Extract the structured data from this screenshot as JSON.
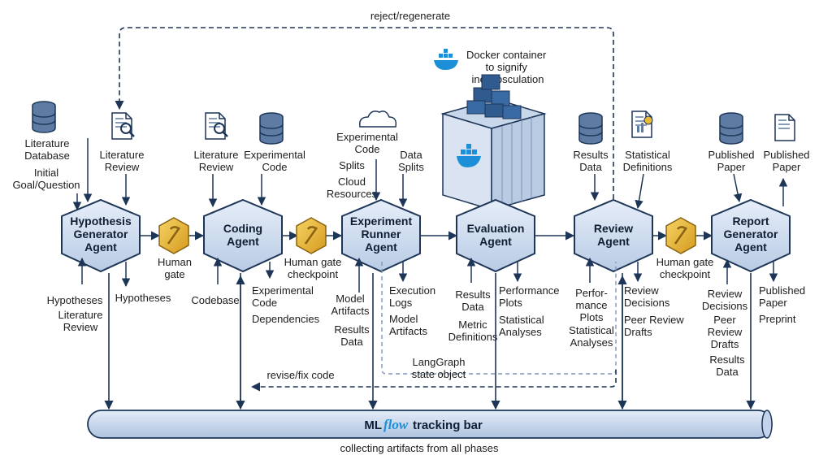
{
  "top_loop_label": "reject/regenerate",
  "docker_note": [
    "Docker container",
    "to signify",
    "inccapsculation"
  ],
  "agents": {
    "hypothesis": [
      "Hypothesis",
      "Generator",
      "Agent"
    ],
    "coding": [
      "Coding",
      "Agent"
    ],
    "runner": [
      "Experiment",
      "Runner",
      "Agent"
    ],
    "evaluation": [
      "Evaluation",
      "Agent"
    ],
    "review": [
      "Review",
      "Agent"
    ],
    "report": [
      "Report",
      "Generator",
      "Agent"
    ]
  },
  "gates": {
    "gate1": [
      "Human",
      "gate"
    ],
    "gate2": [
      "Human gate",
      "checkpoint"
    ],
    "gate3": [
      "Human gate",
      "checkpoint"
    ]
  },
  "inputs": {
    "literature_db": [
      "Literature",
      "Database"
    ],
    "lit_review_1": [
      "Literature",
      "Review"
    ],
    "initial_goal": [
      "Initial",
      "Goal/Question"
    ],
    "lit_review_2": [
      "Literature",
      "Review"
    ],
    "experimental_code_in": [
      "Experimental",
      "Code"
    ],
    "experimental_code_cloud": [
      "Experimental",
      "Code"
    ],
    "splits": [
      "Splits"
    ],
    "data_splits": [
      "Data",
      "Splits"
    ],
    "cloud_resources": [
      "Cloud",
      "Resources"
    ],
    "results_data": [
      "Results",
      "Data"
    ],
    "statistical_definitions": [
      "Statistical",
      "Definitions"
    ],
    "published_paper_in": [
      "Published",
      "Paper"
    ],
    "published_paper_out": [
      "Published",
      "Paper"
    ]
  },
  "outputs": {
    "hyp_left": [
      "Hypotheses",
      "Literature",
      "Review"
    ],
    "hyp_right": [
      "Hypotheses"
    ],
    "codebase": [
      "Codebase"
    ],
    "coding_out": [
      "Experimental",
      "Code",
      "Dependencies"
    ],
    "runner_left": [
      "Model",
      "Artifacts",
      "Results",
      "Data"
    ],
    "runner_right": [
      "Execution",
      "Logs",
      "Model",
      "Artifacts"
    ],
    "eval_left": [
      "Results",
      "Data",
      "Metric",
      "Definitions"
    ],
    "eval_right": [
      "Performance",
      "Plots",
      "Statistical",
      "Analyses"
    ],
    "review_left": [
      "Perfor-",
      "mance",
      "Plots",
      "Statistical",
      "Analyses"
    ],
    "review_right": [
      "Review",
      "Decisions",
      "Peer Review",
      "Drafts"
    ],
    "report_left": [
      "Review",
      "Decisions",
      "Peer",
      "Review",
      "Drafts",
      "Results",
      "Data"
    ],
    "report_right": [
      "Published",
      "Paper",
      "Preprint"
    ]
  },
  "state_object": [
    "LangGraph",
    "state object"
  ],
  "revise_label": "revise/fix code",
  "tracking_bar": {
    "brand_ml": "ML",
    "brand_flow": "flow",
    "label": "tracking bar"
  },
  "footer": "collecting artifacts from all phases",
  "colors": {
    "agent_fill": "#d6e3f3",
    "agent_stroke": "#1d3557",
    "gate_fill": "#e9b93a",
    "bar_fill": "#cfdcee",
    "arrow": "#1d3557",
    "mlflow_blue": "#1c8fd8"
  },
  "icons": [
    "database-icon",
    "document-search-icon",
    "cloud-icon",
    "docker-whale-icon",
    "chart-document-icon",
    "paper-icon"
  ]
}
